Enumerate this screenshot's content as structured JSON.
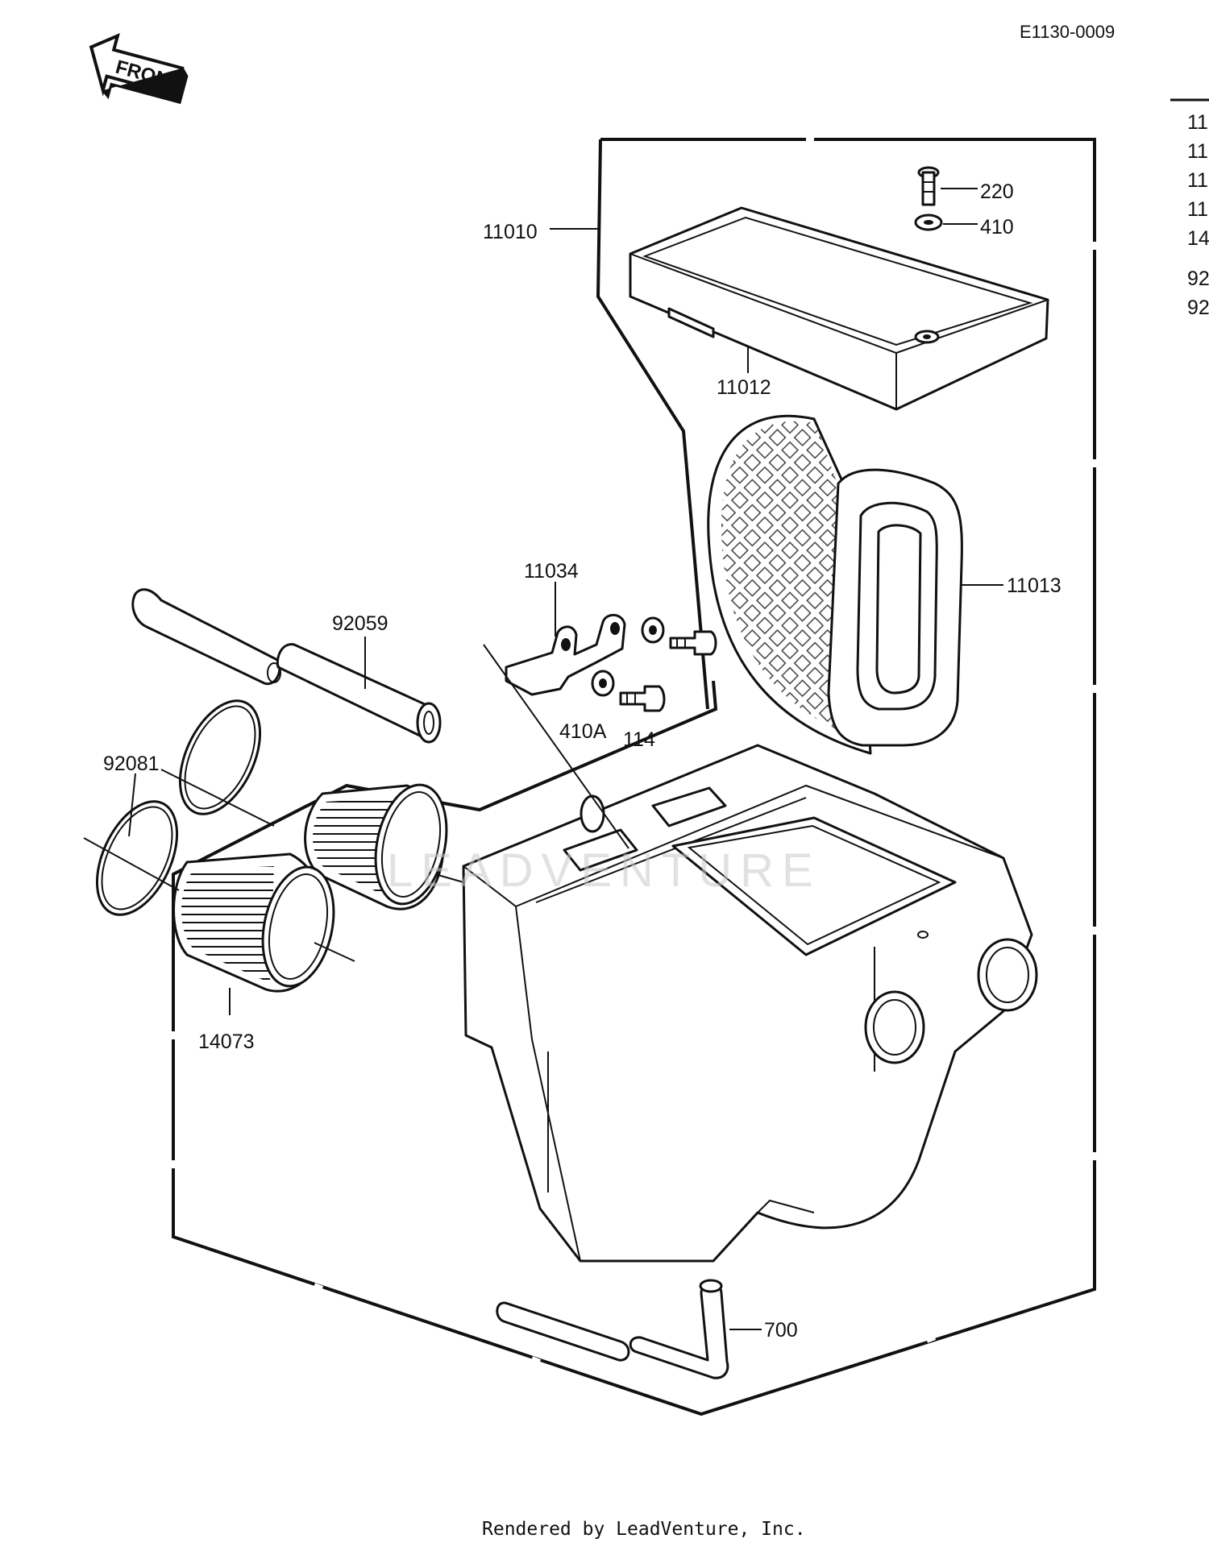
{
  "diagram_code": "E1130-0009",
  "front_label": "FRONT",
  "footer": "Rendered by LeadVenture, Inc.",
  "watermark": "LEADVENTURE",
  "callouts": {
    "p11010": "11010",
    "p220": "220",
    "p410": "410",
    "p11012": "11012",
    "p11013": "11013",
    "p11034": "11034",
    "p92059": "92059",
    "p410a": "410A",
    "p114": "114",
    "p92081": "92081",
    "p14073": "14073",
    "p700": "700"
  },
  "right_list_fragments": [
    "11",
    "11",
    "11",
    "11",
    "14",
    "92",
    "92"
  ]
}
